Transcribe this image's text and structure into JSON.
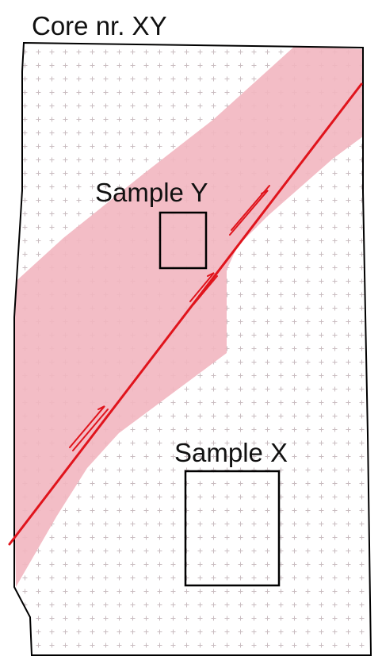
{
  "title": "Core nr. XY",
  "samples": [
    {
      "label": "Sample Y"
    },
    {
      "label": "Sample X"
    }
  ],
  "colors": {
    "core_outline": "#000000",
    "core_fill": "#ffffff",
    "dot_pattern": "#c9bcc0",
    "shear_zone": "#f2b6c0",
    "fault_line": "#e0141c",
    "sample_box": "#000000"
  },
  "icons": {
    "shear_sense": "arrow-pair-icon"
  }
}
